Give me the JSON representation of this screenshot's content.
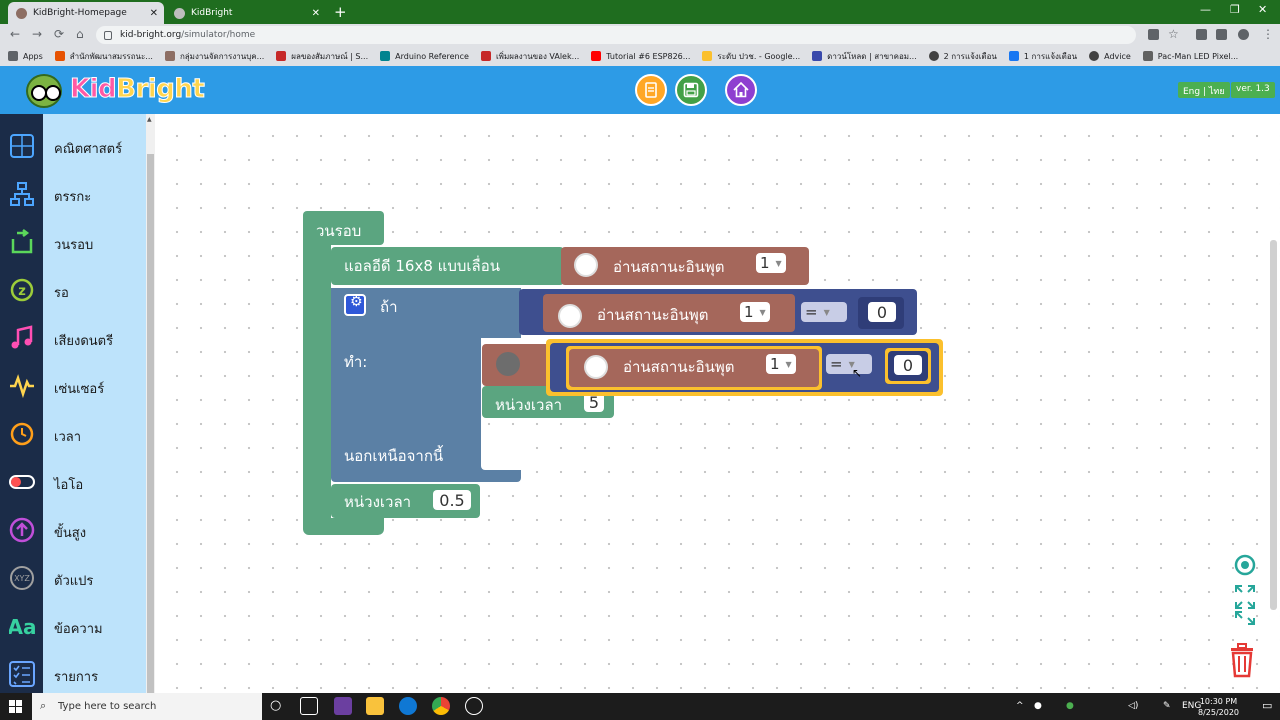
{
  "browser": {
    "tabs": [
      {
        "title": "KidBright-Homepage",
        "active": true
      },
      {
        "title": "KidBright",
        "active": false
      }
    ],
    "url_host": "kid-bright.org",
    "url_path": "/simulator/home",
    "bookmarks": [
      "Apps",
      "สำนักพัฒนาสมรรถนะ...",
      "กลุ่มงานจัดการงานบุค...",
      "ผลของสัมภาษณ์ | S...",
      "Arduino Reference",
      "เพิ่มผลงานของ VAlek...",
      "Tutorial #6 ESP826...",
      "ระดับ ปวช. - Google...",
      "ดาวน์โหลด | สาขาคอม...",
      "2 การแจ้งเตือน",
      "1 การแจ้งเตือน",
      "Advice",
      "Pac-Man LED Pixel..."
    ]
  },
  "app": {
    "logo_prefix": "Kid",
    "logo_suffix": "Bright",
    "lang_label": "Eng | ไทย",
    "version_label": "ver. 1.3",
    "header_buttons": [
      "open-file",
      "save",
      "home"
    ]
  },
  "toolbox": {
    "categories": [
      {
        "label": "คณิตศาสตร์",
        "icon": "calculator-icon",
        "color": "#4da6ff"
      },
      {
        "label": "ตรรกะ",
        "icon": "logic-tree-icon",
        "color": "#4da6ff"
      },
      {
        "label": "วนรอบ",
        "icon": "loop-arrow-icon",
        "color": "#5bd75b"
      },
      {
        "label": "รอ",
        "icon": "wait-icon",
        "color": "#9ccc3a"
      },
      {
        "label": "เสียงดนตรี",
        "icon": "music-note-icon",
        "color": "#ff4fb3"
      },
      {
        "label": "เซ่นเซอร์",
        "icon": "sensor-wave-icon",
        "color": "#ffd54f"
      },
      {
        "label": "เวลา",
        "icon": "clock-icon",
        "color": "#ff9f1a"
      },
      {
        "label": "ไอโอ",
        "icon": "toggle-io-icon",
        "color": "#ff5252"
      },
      {
        "label": "ขั้นสูง",
        "icon": "up-arrow-icon",
        "color": "#c04fd9"
      },
      {
        "label": "ตัวแปร",
        "icon": "variable-xyz-icon",
        "color": "#a0a0a0"
      },
      {
        "label": "ข้อความ",
        "icon": "text-aa-icon",
        "color": "#37d1a0"
      },
      {
        "label": "รายการ",
        "icon": "list-check-icon",
        "color": "#6aa6ff"
      }
    ]
  },
  "blocks": {
    "loop_label": "วนรอบ",
    "led_label": "แอลอีดี 16x8 แบบเลื่อน",
    "read_input_label": "อ่านสถานะอินพุต",
    "input_number": "1",
    "if_label": "ถ้า",
    "do_label": "ทำ:",
    "else_label": "นอกเหนือจากนี้",
    "compare_op": "=",
    "compare_value": "0",
    "delay_label": "หน่วงเวลา",
    "inner_delay_value": "5",
    "outer_delay_value": "0.5"
  },
  "taskbar": {
    "search_placeholder": "Type here to search",
    "tray_lang": "ENG",
    "time": "10:30 PM",
    "date": "8/25/2020"
  },
  "colors": {
    "loop_green": "#5ba580",
    "logic_slate": "#5b80a5",
    "input_brown": "#a5675b",
    "math_navy": "#3e4f8f",
    "select_yellow": "#fbc02d",
    "header_blue": "#2d9be6"
  }
}
